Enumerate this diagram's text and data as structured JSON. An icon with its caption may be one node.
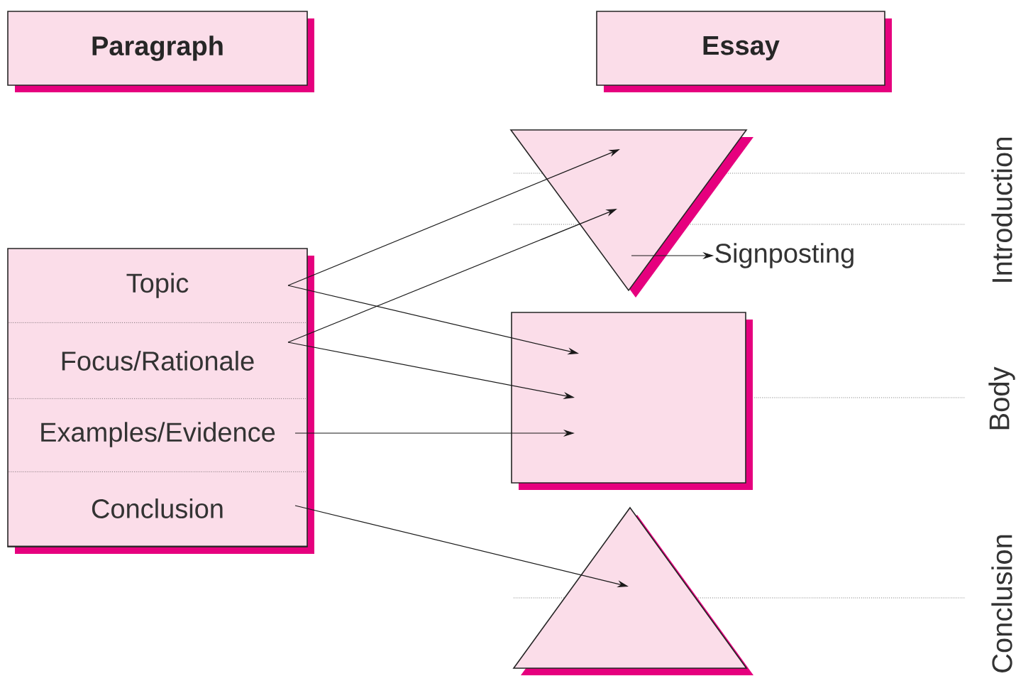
{
  "diagram": {
    "nodes": [
      {
        "text": [
          "Paragraph"
        ]
      },
      {
        "text": [
          "Essay"
        ]
      },
      {
        "text": [],
        "shape": "box"
      },
      {
        "text": [
          "Topic"
        ],
        "in": 2
      },
      {
        "text": [
          "Focus/Rationale"
        ],
        "in": 2
      },
      {
        "text": [
          "Examples/Evidence"
        ],
        "in": 2
      },
      {
        "text": [
          "Conclusion"
        ],
        "in": 2
      },
      {
        "text": [],
        "shape": "triangle"
      },
      {
        "text": [],
        "shape": "box"
      },
      {
        "text": [],
        "shape": "triangle"
      },
      {
        "text": [
          "Signposting"
        ]
      }
    ],
    "edges": [
      {
        "from": 3,
        "to": 7,
        "arrow": "to"
      },
      {
        "from": 3,
        "to": 8,
        "arrow": "to"
      },
      {
        "from": 4,
        "to": 7,
        "arrow": "to"
      },
      {
        "from": 4,
        "to": 8,
        "arrow": "to"
      },
      {
        "from": 5,
        "to": 8,
        "arrow": "to"
      },
      {
        "from": 6,
        "to": 9,
        "arrow": "to"
      },
      {
        "from": 7,
        "to": 10,
        "arrow": "to"
      }
    ],
    "labels": [
      "Introduction",
      "Body",
      "Conclusion"
    ]
  }
}
